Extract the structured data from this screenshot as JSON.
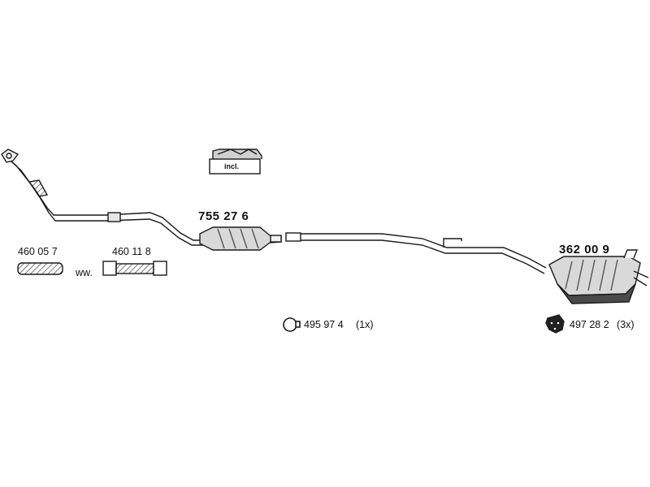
{
  "parts": {
    "catalytic_converter": "755 27 6",
    "rear_silencer": "362 00 9",
    "flex_pipe_a": "460 05 7",
    "flex_pipe_b": "460 11 8",
    "alternative_note": "ww.",
    "mounting_kit_note": "incl.",
    "rubber_ring_number": "495 97 4",
    "rubber_ring_qty": "(1x)",
    "rubber_mount_number": "497 28 2",
    "rubber_mount_qty": "(3x)"
  },
  "icons": {
    "ring": "rubber-ring-icon",
    "mount": "rubber-mount-icon",
    "kit": "mounting-kit-icon"
  },
  "colors": {
    "line": "#1a1a1a",
    "fill": "#d9d9d9",
    "shade": "#7a7a7a"
  }
}
